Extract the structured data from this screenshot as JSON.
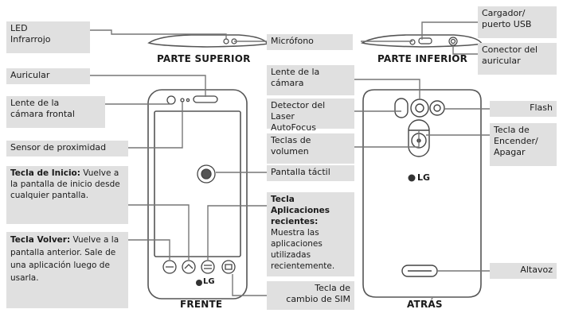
{
  "captions": {
    "top": "PARTE SUPERIOR",
    "bottom": "PARTE INFERIOR",
    "front": "FRENTE",
    "back": "ATRÁS"
  },
  "logo": "LG",
  "labels": {
    "led_ir": "LED\nInfrarrojo",
    "microfono": "Micrófono",
    "cargador": "Cargador/\npuerto USB",
    "conector": "Conector del\nauricular",
    "auricular": "Auricular",
    "lente_frontal": "Lente de la\ncámara frontal",
    "sensor": "Sensor de proximidad",
    "inicio_title": "Tecla de Inicio:",
    "inicio_desc": " Vuelve a la pantalla de inicio desde cualquier pantalla.",
    "volver_title": "Tecla Volver:",
    "volver_desc": " Vuelve a la pantalla anterior. Sale de una aplicación luego de usarla.",
    "lente_camara": "Lente de la\ncámara",
    "laser": "Detector del Laser\nAutoFocus",
    "volumen": "Teclas de\nvolumen",
    "pantalla": "Pantalla táctil",
    "recientes_title": "Tecla\nAplicaciones\nrecientes:",
    "recientes_desc": " Muestra las aplicaciones utilizadas recientemente.",
    "sim": "Tecla de\ncambio de SIM",
    "flash": "Flash",
    "encender": "Tecla de\nEncender/\nApagar",
    "altavoz": "Altavoz"
  }
}
